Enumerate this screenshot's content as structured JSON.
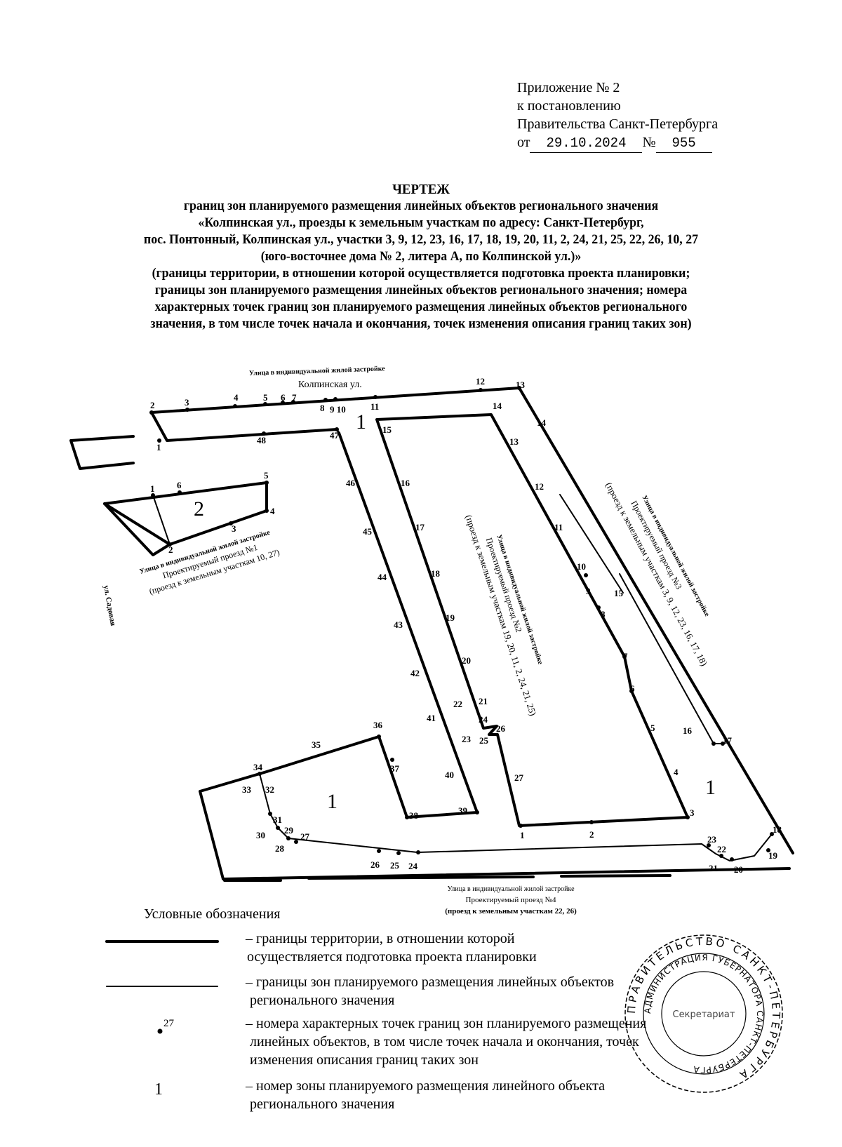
{
  "annex": {
    "line1": "Приложение № 2",
    "line2": "к постановлению",
    "line3": "Правительства Санкт-Петербурга",
    "from_label": "от",
    "date": "29.10.2024",
    "number_label": "№",
    "number": "955"
  },
  "title": {
    "heading": "ЧЕРТЕЖ",
    "line1": "границ зон планируемого размещения линейных объектов регионального значения",
    "line2": "«Колпинская ул., проезды к земельным участкам по адресу: Санкт-Петербург,",
    "line3": "пос. Понтонный, Колпинская ул., участки 3, 9, 12, 23, 16, 17, 18, 19, 20, 11, 2, 24, 21, 25, 22, 26, 10, 27",
    "line4": "(юго-восточнее дома № 2, литера А, по Колпинской ул.)»",
    "line5": "(границы территории, в отношении которой осуществляется подготовка проекта планировки;",
    "line6": "границы зон планируемого размещения линейных объектов регионального значения; номера",
    "line7": "характерных точек границ зон планируемого размещения линейных объектов регионального",
    "line8": "значения, в том числе точек начала и окончания, точек изменения описания границ таких зон)"
  },
  "map": {
    "street_top_type": "Улица в индивидуальной жилой застройке",
    "street_top_name": "Колпинская ул.",
    "proezd1": {
      "type": "Улица в индивидуальной жилой застройке",
      "name": "Проектируемый проезд №1",
      "desc": "(проезд к земельным участкам 10, 27)"
    },
    "proezd2": {
      "type": "Улица в индивидуальной жилой застройке",
      "name": "Проектируемый проезд №2",
      "desc": "(проезд к земельным участкам 19, 20, 11, 2, 24, 21, 25)"
    },
    "proezd3": {
      "type": "Улица в индивидуальной жилой застройке",
      "name": "Проектируемый проезд №3",
      "desc": "(проезд к земельным участкам 3, 9, 12, 23, 16, 17, 18)"
    },
    "proezd4": {
      "type": "Улица в индивидуальной жилой застройке",
      "name": "Проектируемый проезд №4",
      "desc": "(проезд к земельным участкам 22, 26)"
    },
    "side_street": "ул. Садовая",
    "zone1_label": "1",
    "zone2_label": "2",
    "zone1_points": [
      "1",
      "2",
      "3",
      "4",
      "5",
      "6",
      "7",
      "8",
      "9",
      "10",
      "11",
      "12",
      "13",
      "14",
      "15",
      "16",
      "17",
      "18",
      "19",
      "20",
      "21",
      "22",
      "23",
      "24",
      "25",
      "26",
      "27",
      "28",
      "29",
      "30",
      "31",
      "32",
      "33",
      "34",
      "35",
      "36",
      "37",
      "38",
      "39",
      "40",
      "41",
      "42",
      "43",
      "44",
      "45",
      "46",
      "47",
      "48"
    ],
    "zone2_points": [
      "1",
      "2",
      "3",
      "4",
      "5",
      "6"
    ]
  },
  "legend": {
    "title": "Условные обозначения",
    "item1_line1": "– границы территории, в отношении которой",
    "item1_line2": "осуществляется подготовка проекта планировки",
    "item2_line1": "– границы зон планируемого размещения линейных объектов",
    "item2_line2": "регионального значения",
    "item3_symbol": "27",
    "item3_line1": "– номера характерных точек границ зон планируемого размещения",
    "item3_line2": "линейных объектов, в том числе точек начала и окончания, точек",
    "item3_line3": "изменения описания границ таких зон",
    "item4_symbol": "1",
    "item4_line1": "–  номер зоны планируемого размещения линейного объекта",
    "item4_line2": "регионального значения"
  },
  "stamp": {
    "outer_text": "АДМИНИСТРАЦИЯ ГУБЕРНАТОРА САНКТ-ПЕТЕРБУРГА",
    "inner_text": "ПРАВИТЕЛЬСТВО САНКТ-ПЕТЕРБУРГА",
    "center_text": "Секретариат"
  }
}
